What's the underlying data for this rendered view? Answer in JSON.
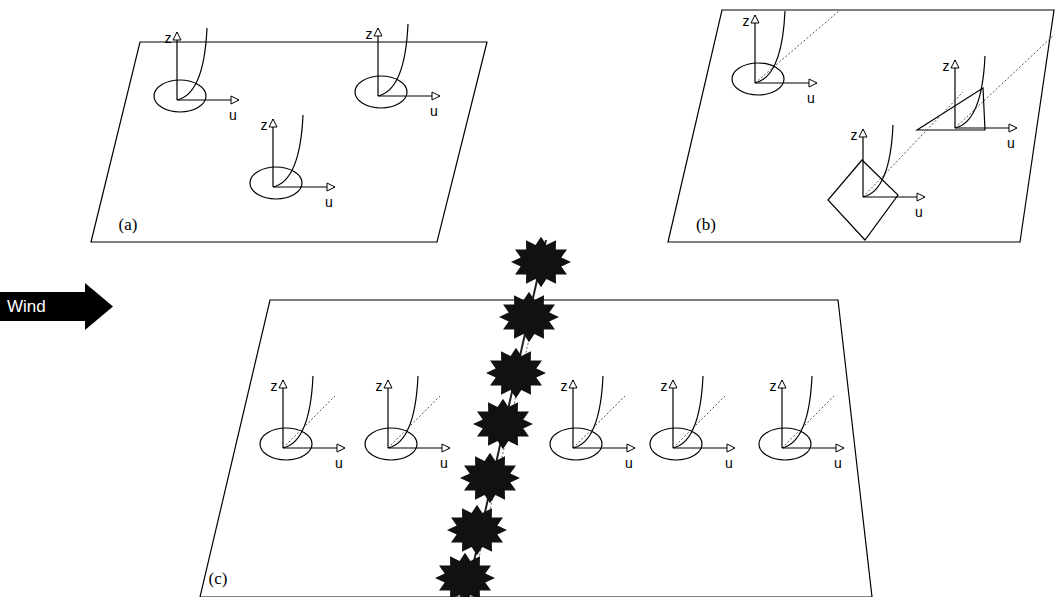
{
  "diagram": {
    "nodes": [
      {
        "text": [
          "Wind"
        ]
      }
    ],
    "labels": [
      "z",
      "u",
      "z",
      "u",
      "z",
      "u",
      "(a)",
      "z",
      "u",
      "z",
      "u",
      "z",
      "u",
      "(b)",
      "z",
      "u",
      "z",
      "u",
      "z",
      "u",
      "z",
      "u",
      "z",
      "u",
      "(c)"
    ]
  }
}
